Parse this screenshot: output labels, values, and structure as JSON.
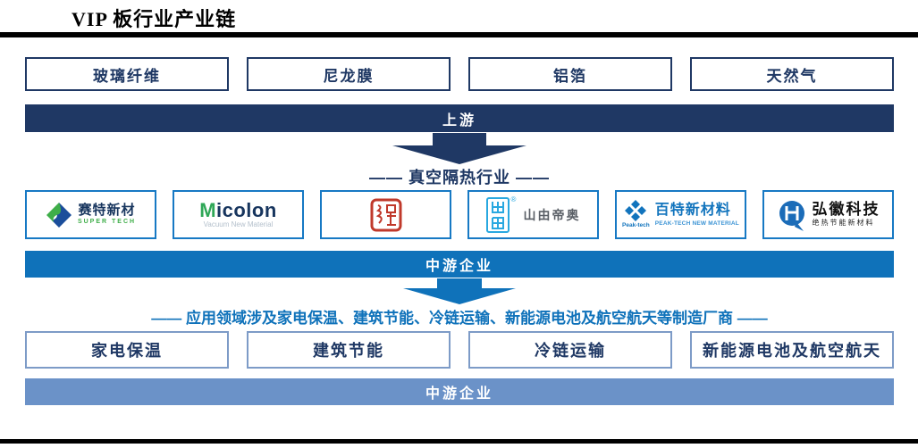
{
  "title": "VIP 板行业产业链",
  "colors": {
    "navy": "#1f3864",
    "bright_blue": "#0f72ba",
    "steel_blue": "#6b92c8",
    "logo_box_border": "#1779c4",
    "app_box_border": "#7d9bc7",
    "black": "#000000"
  },
  "upstream": {
    "items": [
      "玻璃纤维",
      "尼龙膜",
      "铝箔",
      "天然气"
    ],
    "bar_label": "上游"
  },
  "midstream": {
    "sector_label": "—— 真空隔热行业 ——",
    "bar_label": "中游企业",
    "companies": [
      {
        "icon": "supertech-diamond-logo",
        "name": "赛特新材",
        "sub": "SUPER TECH"
      },
      {
        "icon": "micolon-m-logo",
        "name_m": "M",
        "name_rest": "icolon",
        "sub": "Vacuum New Material"
      },
      {
        "icon": "red-seal-logo"
      },
      {
        "icon": "shanyou-seal-logo",
        "reg_mark": "®",
        "name": "山由帝奥"
      },
      {
        "icon": "peaktech-cross-logo",
        "name": "百特新材料",
        "tag": "Peak-tech",
        "sub": "PEAK-TECH NEW MATERIAL"
      },
      {
        "icon": "honghui-circle-logo",
        "name": "弘徽科技",
        "sub": "绝热节能新材料"
      }
    ]
  },
  "downstream": {
    "sector_label": "—— 应用领域涉及家电保温、建筑节能、冷链运输、新能源电池及航空航天等制造厂商 ——",
    "items": [
      "家电保温",
      "建筑节能",
      "冷链运输",
      "新能源电池及航空航天"
    ],
    "bar_label": "中游企业"
  }
}
